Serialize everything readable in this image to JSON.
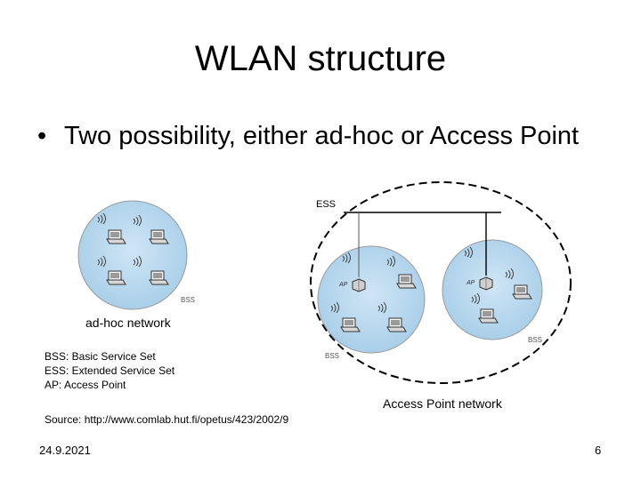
{
  "slide": {
    "title": "WLAN structure",
    "bullet_symbol": "•",
    "bullet_text": "Two possibility, either ad-hoc or Access Point",
    "date": "24.9.2021",
    "page_number": "6"
  },
  "diagram": {
    "ess_label": "ESS",
    "bss_label": "BSS",
    "ap_label": "AP",
    "adhoc_caption": "ad-hoc network",
    "ap_network_caption": "Access Point network",
    "cell_color": "#b8d8ee"
  },
  "legend": [
    "BSS: Basic Service Set",
    "ESS: Extended Service Set",
    "AP: Access Point"
  ],
  "source": "Source: http://www.comlab.hut.fi/opetus/423/2002/9"
}
